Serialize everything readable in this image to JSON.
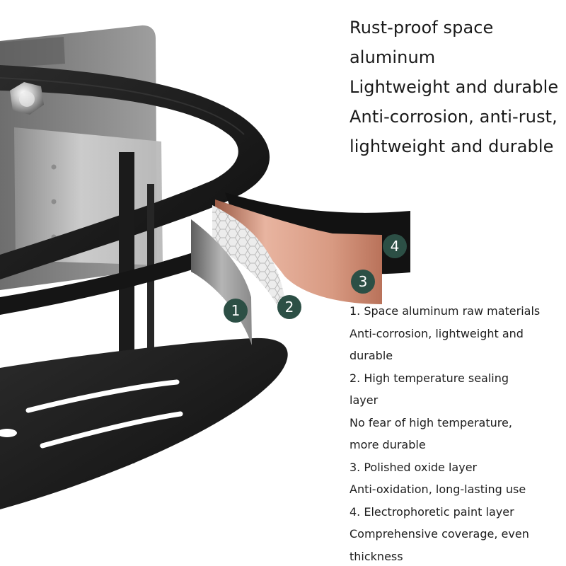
{
  "headline": [
    "Rust-proof space",
    "aluminum",
    "Lightweight and durable",
    "Anti-corrosion, anti-rust,",
    "lightweight and durable"
  ],
  "layer_badges": [
    "1",
    "2",
    "3",
    "4"
  ],
  "details": [
    "1. Space aluminum raw materials",
    "Anti-corrosion, lightweight and",
    "durable",
    "2. High temperature sealing",
    "layer",
    "No fear of high temperature,",
    "more durable",
    "3. Polished oxide layer",
    "Anti-oxidation, long-lasting use",
    "4. Electrophoretic paint layer",
    "Comprehensive coverage, even",
    "thickness"
  ],
  "colors": {
    "background": "#ffffff",
    "shelf_black": "#1c1c1c",
    "mount_plate_gray": "#c9c9c9",
    "layer_1_silver": "#9a9a9a",
    "layer_2_honeycomb": "#e4e4e4",
    "layer_3_copper": "#c98a72",
    "layer_4_black": "#161616",
    "badge_green": "#2c4f45",
    "text": "#1d1d1d"
  },
  "icons": [
    "hex-bolt-icon",
    "honeycomb-pattern"
  ]
}
